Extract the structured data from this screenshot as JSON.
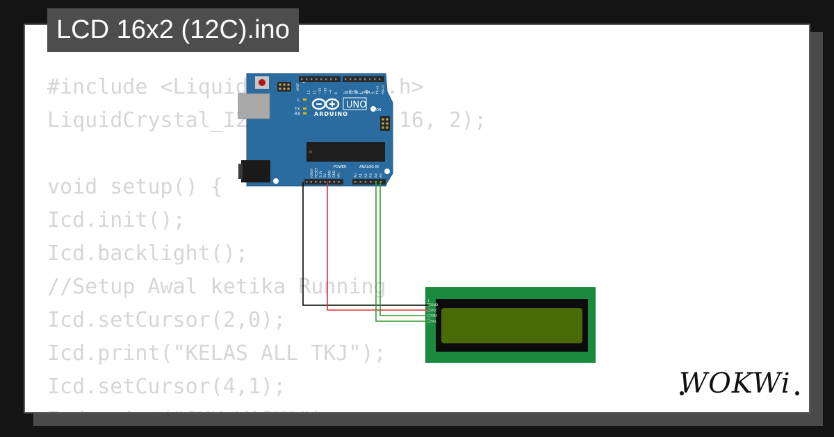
{
  "file_title": "LCD 16x2 (12C).ino",
  "code_lines": [
    "#include <LiquidCrystal_I2C.h>",
    "LiquidCrystal_I2C lcd(0x27, 16, 2);",
    "",
    "void setup() {",
    "Icd.init();",
    "Icd.backlight();",
    "//Setup Awal ketika Running",
    "Icd.setCursor(2,0);",
    "Icd.print(\"KELAS ALL TKJ\");",
    "Icd.setCursor(4,1);",
    "Icd.print(\"SMK WASKA\");"
  ],
  "arduino": {
    "brand": "ARDUINO",
    "model": "UNO",
    "digital_header": "DIGITAL (PWM ~)",
    "power_header": "POWER",
    "analog_header": "ANALOG IN",
    "on_label": "ON",
    "led_l": "L",
    "led_tx": "TX",
    "led_rx": "RX",
    "aref": "AREF",
    "power_pins": [
      "IOREF",
      "RESET",
      "3.3V",
      "5V",
      "GND",
      "GND",
      "Vin"
    ],
    "analog_pins": [
      "A0",
      "A1",
      "A2",
      "A3",
      "A4",
      "A5"
    ],
    "digital_pins": [
      "13",
      "12",
      "~11",
      "~10",
      "~9",
      "8",
      "7",
      "~6",
      "~5",
      "4",
      "~3",
      "2",
      "TX→1",
      "RX←0"
    ]
  },
  "lcd": {
    "pins": [
      "GND",
      "VCC",
      "SDA",
      "SCL"
    ],
    "pcb_color": "#1a8a3e",
    "screen_color": "#4a6a05"
  },
  "wire_colors": {
    "gnd": "#000000",
    "vcc": "#e03030",
    "sda": "#2e9e2e",
    "scl": "#2e9e2e"
  },
  "logo_text": "WOKWi"
}
